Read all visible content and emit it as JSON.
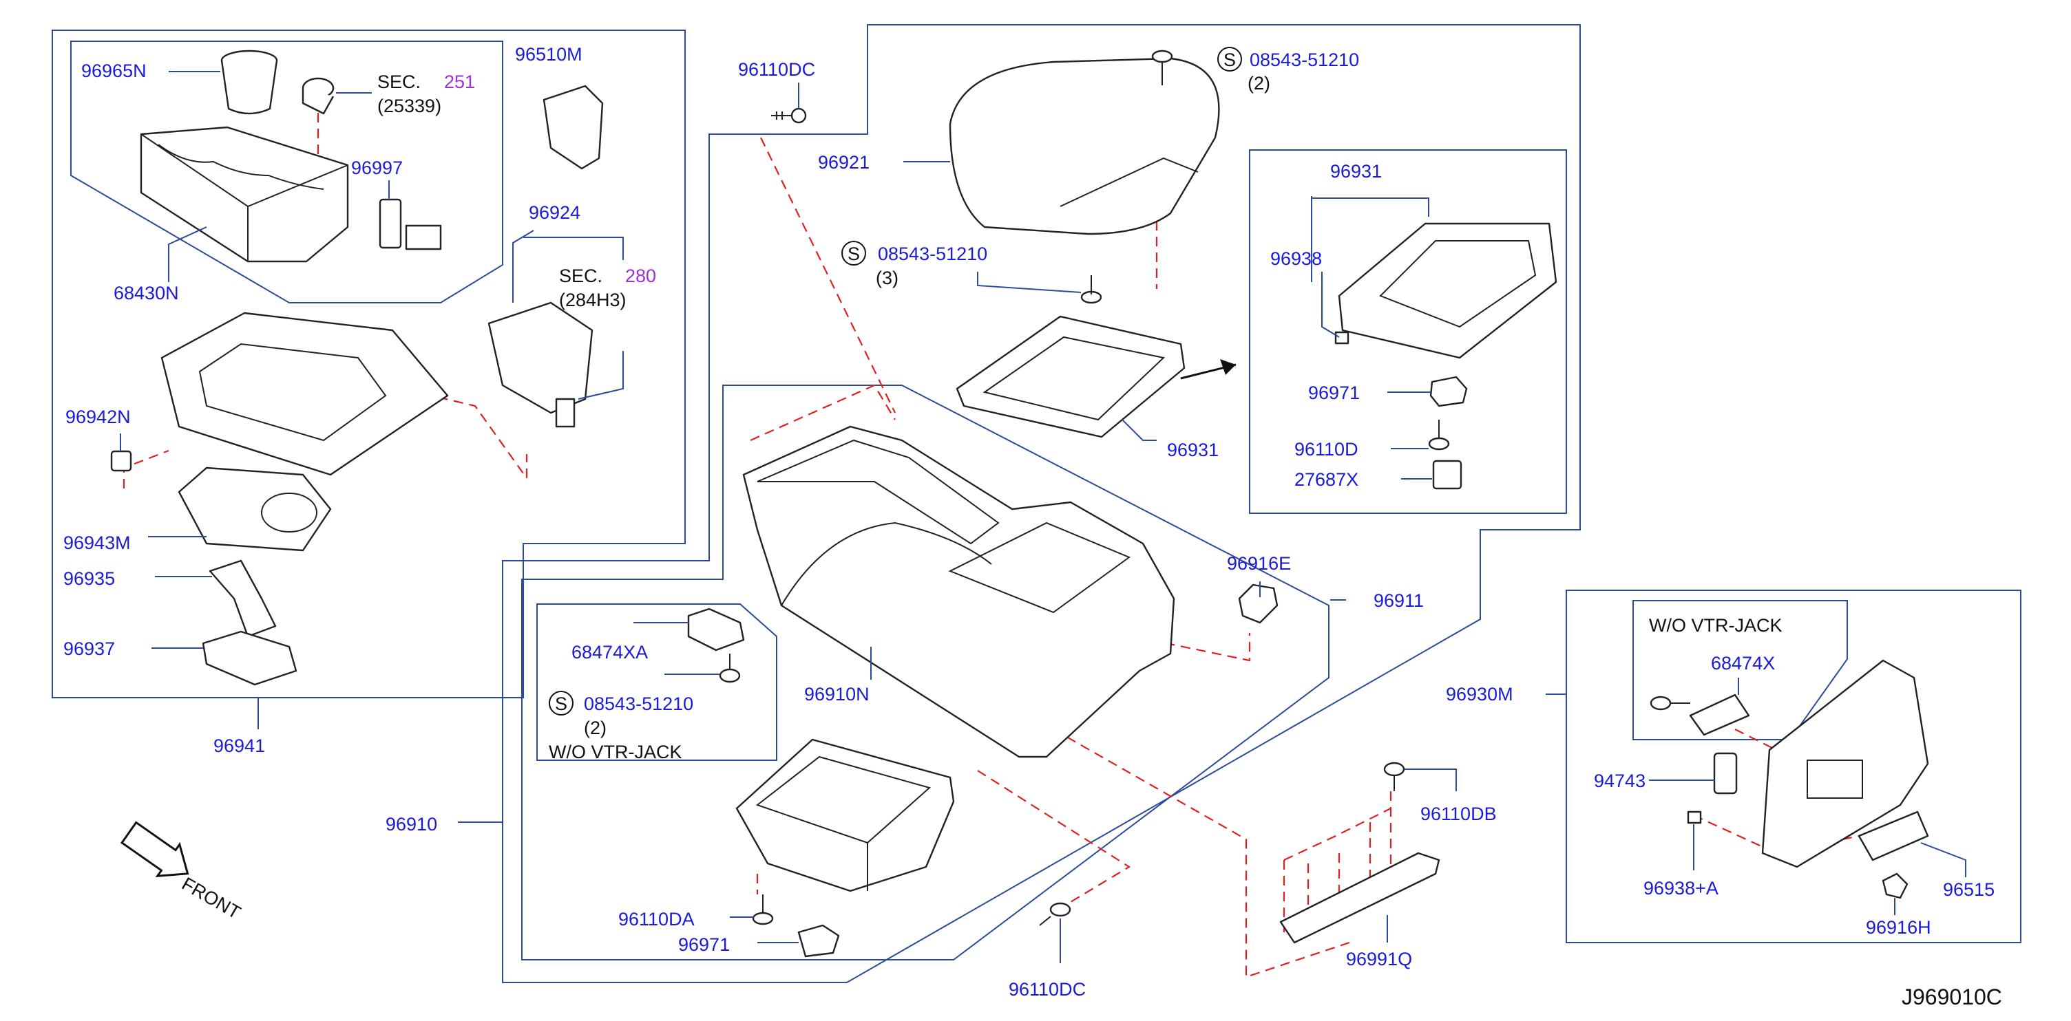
{
  "diagram": {
    "code": "J969010C",
    "front_label": "FRONT",
    "parts": {
      "p96965N": "96965N",
      "p68430N": "68430N",
      "p96997": "96997",
      "p96510M": "96510M",
      "p96924": "96924",
      "p96942N": "96942N",
      "p96943M": "96943M",
      "p96935": "96935",
      "p96937": "96937",
      "p96941": "96941",
      "p96110DC_top": "96110DC",
      "p96921": "96921",
      "p96931_main": "96931",
      "p96931_inset": "96931",
      "p96938": "96938",
      "p96971_inset": "96971",
      "p96110D": "96110D",
      "p27687X": "27687X",
      "p96916E": "96916E",
      "p96911": "96911",
      "p96910N": "96910N",
      "p68474XA": "68474XA",
      "p96910": "96910",
      "p96110DA": "96110DA",
      "p96971_lower": "96971",
      "p96110DC_bottom": "96110DC",
      "p96110DB": "96110DB",
      "p96991Q": "96991Q",
      "p96930M": "96930M",
      "p68474X": "68474X",
      "p94743": "94743",
      "p96938A": "96938+A",
      "p96515": "96515",
      "p96916H": "96916H"
    },
    "sections": {
      "sec1_word": "SEC.",
      "sec1_num": "251",
      "sec1_ref": "(25339)",
      "sec2_word": "SEC.",
      "sec2_num": "280",
      "sec2_ref": "(284H3)"
    },
    "screws": {
      "s_letter": "S",
      "screw_top_num": "08543-51210",
      "screw_top_qty": "(2)",
      "screw_mid_num": "08543-51210",
      "screw_mid_qty": "(3)",
      "screw_low_num": "08543-51210",
      "screw_low_qty": "(2)"
    },
    "notes": {
      "wo_vtr_lower": "W/O   VTR-JACK",
      "wo_vtr_right": "W/O   VTR-JACK"
    },
    "colors": {
      "label_blue": "#1a1adb",
      "section_purple": "#9b30d8",
      "dashed_red": "#e02020",
      "frame_blue": "#2a4a9a"
    }
  }
}
